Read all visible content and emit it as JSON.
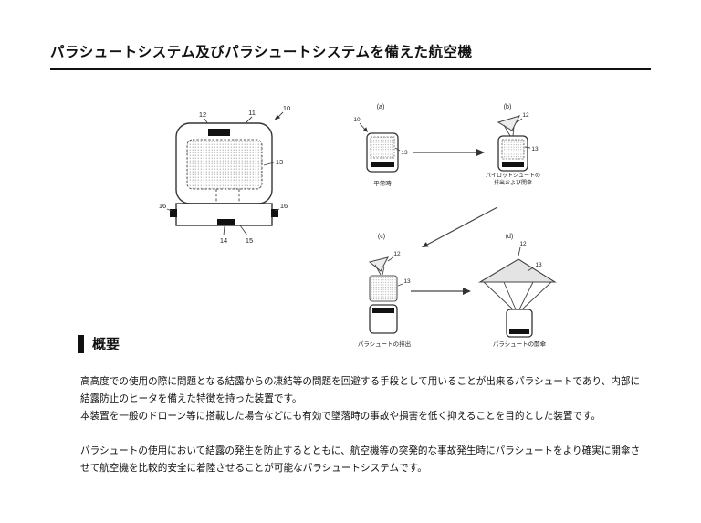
{
  "page": {
    "title": "パラシュートシステム及びパラシュートシステムを備えた航空機"
  },
  "main_figure": {
    "labels": {
      "n10": "10",
      "n11": "11",
      "n12": "12",
      "n13": "13",
      "n14": "14",
      "n15": "15",
      "n16l": "16",
      "n16r": "16"
    }
  },
  "sequence_figure": {
    "a": {
      "tag": "(a)",
      "n10": "10",
      "n13": "13",
      "caption": "平常時"
    },
    "b": {
      "tag": "(b)",
      "n12": "12",
      "n13": "13",
      "caption1": "パイロットシュートの",
      "caption2": "排出および開傘"
    },
    "c": {
      "tag": "(c)",
      "n12": "12",
      "n13": "13",
      "caption": "パラシュートの排出"
    },
    "d": {
      "tag": "(d)",
      "n12": "12",
      "n13": "13",
      "caption": "パラシュートの開傘"
    }
  },
  "overview": {
    "heading": "概要",
    "para1": "高高度での使用の際に問題となる結露からの凍結等の問題を回避する手段として用いることが出来るパラシュートであり、内部に結露防止のヒータを備えた特徴を持った装置です。",
    "para2": "本装置を一般のドローン等に搭載した場合などにも有効で墜落時の事故や損害を低く抑えることを目的とした装置です。",
    "para3": "パラシュートの使用において結露の発生を防止するとともに、航空機等の突発的な事故発生時にパラシュートをより確実に開傘させて航空機を比較的安全に着陸させることが可能なパラシュートシステムです。"
  }
}
